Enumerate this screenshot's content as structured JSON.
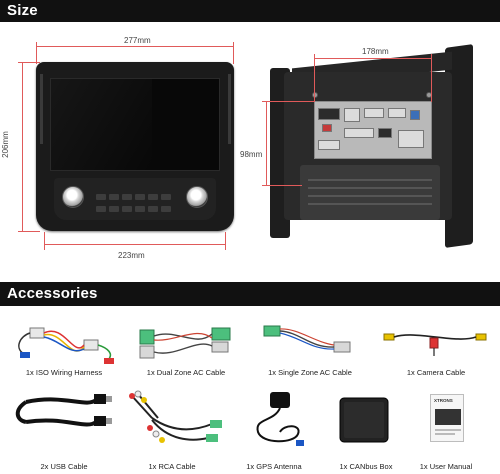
{
  "sections": {
    "size": {
      "title": "Size"
    },
    "accessories": {
      "title": "Accessories"
    }
  },
  "dimensions": {
    "head_width": "277mm",
    "head_height": "206mm",
    "panel_width": "223mm",
    "chassis_width": "178mm",
    "chassis_height": "98mm"
  },
  "colors": {
    "bar_bg": "#111111",
    "bar_text": "#ffffff",
    "dimension_line": "#e05a5a"
  },
  "accessories": [
    {
      "label": "1x ISO Wiring Harness",
      "icon": "iso-wiring-harness-icon"
    },
    {
      "label": "1x Dual Zone AC Cable",
      "icon": "dual-zone-ac-cable-icon"
    },
    {
      "label": "1x Single Zone AC Cable",
      "icon": "single-zone-ac-cable-icon"
    },
    {
      "label": "1x Camera Cable",
      "icon": "camera-cable-icon"
    },
    {
      "label": "2x USB Cable",
      "icon": "usb-cable-icon"
    },
    {
      "label": "1x RCA Cable",
      "icon": "rca-cable-icon"
    },
    {
      "label": "1x GPS Antenna",
      "icon": "gps-antenna-icon"
    },
    {
      "label": "1x CANbus Box",
      "icon": "canbus-box-icon"
    },
    {
      "label": "1x User Manual",
      "icon": "user-manual-icon"
    }
  ],
  "manual_brand": "XTRONS"
}
